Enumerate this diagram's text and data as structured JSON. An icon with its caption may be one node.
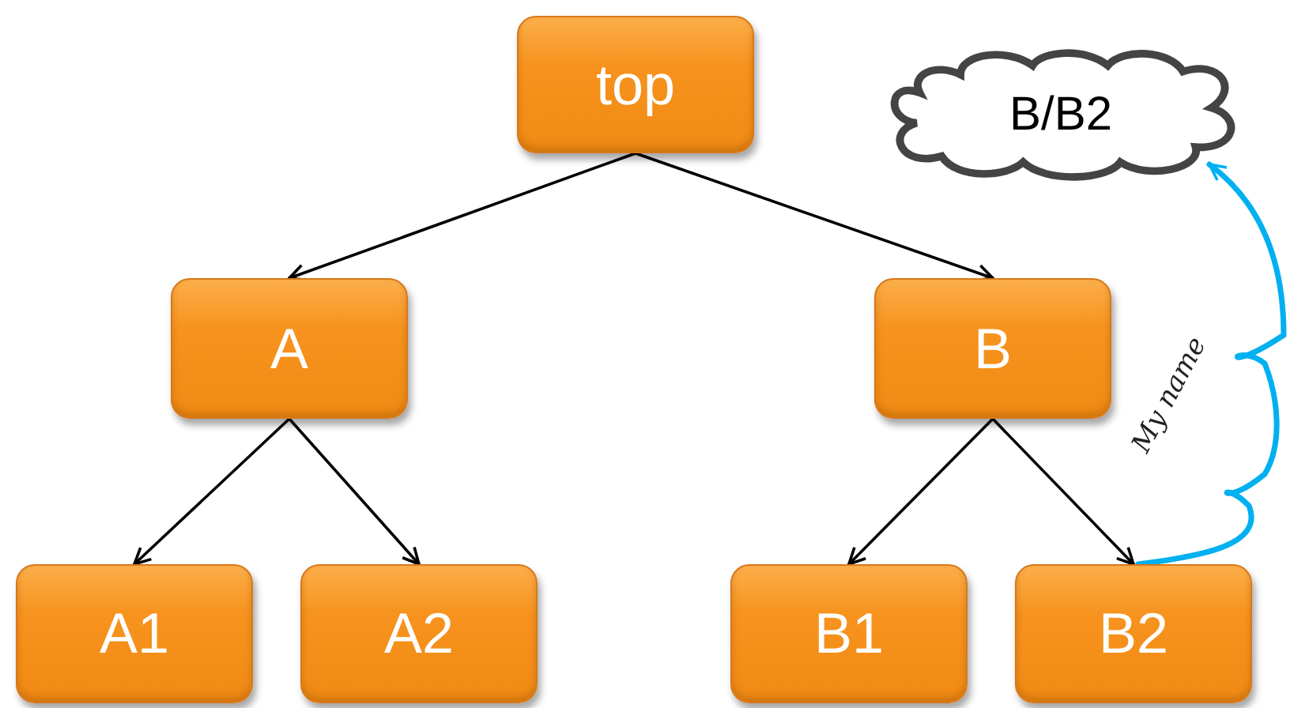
{
  "diagram": {
    "nodes": [
      {
        "text": [
          "top"
        ]
      },
      {
        "text": [
          "A"
        ]
      },
      {
        "text": [
          "B"
        ]
      },
      {
        "text": [
          "A1"
        ]
      },
      {
        "text": [
          "A2"
        ]
      },
      {
        "text": [
          "B1"
        ]
      },
      {
        "text": [
          "B2"
        ]
      },
      {
        "text": [
          "B/B2"
        ]
      }
    ],
    "edges": [
      {
        "from": 0,
        "to": 1,
        "arrow": "to"
      },
      {
        "from": 0,
        "to": 2,
        "arrow": "to"
      },
      {
        "from": 1,
        "to": 3,
        "arrow": "to"
      },
      {
        "from": 1,
        "to": 4,
        "arrow": "to"
      },
      {
        "from": 2,
        "to": 5,
        "arrow": "to"
      },
      {
        "from": 2,
        "to": 6,
        "arrow": "to"
      },
      {
        "from": 6,
        "to": 7,
        "arrow": "to",
        "label": "My name",
        "style": "thick",
        "color": "#00b0f0"
      }
    ]
  }
}
